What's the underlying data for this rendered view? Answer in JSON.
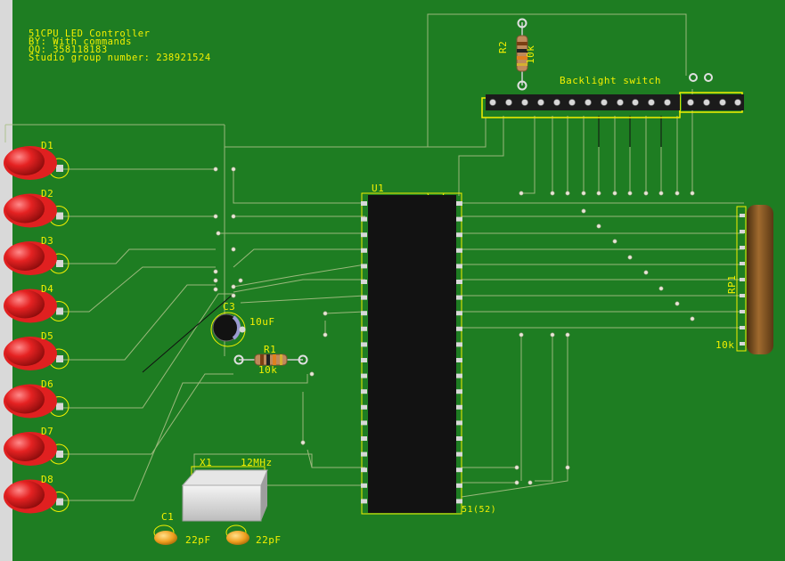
{
  "header": {
    "line1": "51CPU LED Controller",
    "line2": "BY: With commands",
    "line3": "QQ: 358118183",
    "line4": "Studio group number: 238921524"
  },
  "components": {
    "u1": "U1",
    "u1_part": "51(52)",
    "r2": "R2",
    "r2_value": "10k",
    "backlight": "Backlight switch",
    "rp1": "RP1",
    "rp1_value": "10k",
    "c3": "C3",
    "c3_value": "10uF",
    "r1": "R1",
    "r1_value": "10k",
    "x1": "X1",
    "x1_value": "12MHz",
    "c1": "C1",
    "c1_value": "22pF",
    "c2_value": "22pF"
  },
  "leds": [
    "D1",
    "D2",
    "D3",
    "D4",
    "D5",
    "D6",
    "D7",
    "D8"
  ],
  "colors": {
    "board": "#1e7d22",
    "silkscreen": "#f3f000",
    "trace": "#b9c98f",
    "led": "#e02020",
    "chip": "#111111"
  }
}
